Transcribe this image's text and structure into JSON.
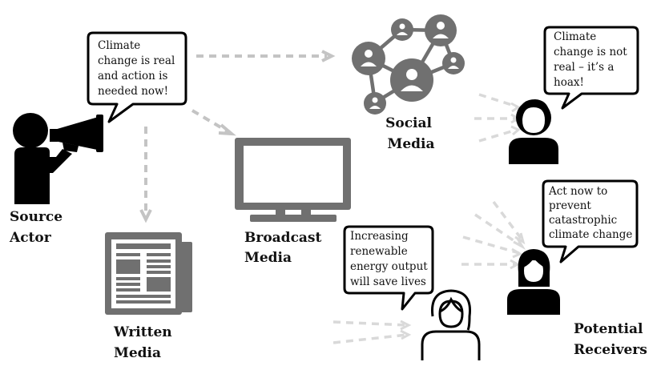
{
  "labels": {
    "source_actor": [
      "Source",
      "Actor"
    ],
    "social_media": [
      "Social",
      "Media"
    ],
    "broadcast_media": [
      "Broadcast",
      "Media"
    ],
    "written_media": [
      "Written",
      "Media"
    ],
    "potential_receivers": [
      "Potential",
      "Receivers"
    ]
  },
  "bubbles": {
    "source": [
      "Climate",
      "change is real",
      "and action is",
      "needed now!"
    ],
    "receiver_top": [
      "Climate",
      "change is not",
      "real – it’s a",
      "hoax!"
    ],
    "receiver_middle": [
      "Act now to",
      "prevent",
      "catastrophic",
      "climate change"
    ],
    "receiver_bottom": [
      "Increasing",
      "renewable",
      "energy output",
      "will save lives"
    ]
  },
  "colors": {
    "media_gray": "#707070",
    "arrow_gray": "#c4c4c4",
    "figure_black": "#000000"
  },
  "icons": [
    "megaphone-icon",
    "person-icon",
    "network-icon",
    "tv-icon",
    "newspaper-icon"
  ]
}
